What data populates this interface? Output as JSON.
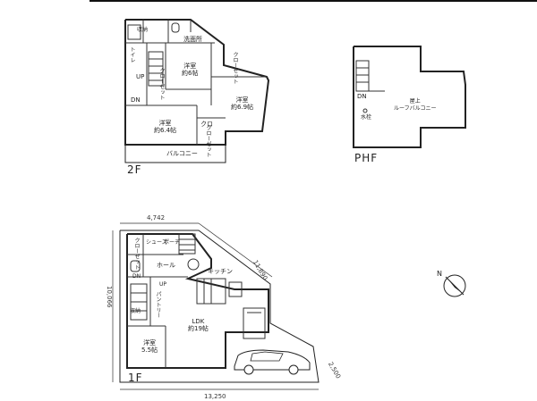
{
  "top_rule_color": "#111111",
  "floors": {
    "second": {
      "label": "2F",
      "rooms": {
        "bedroom_a": "洋室\n約6帖",
        "bedroom_b": "洋室\n約6.9帖",
        "bedroom_c": "洋室\n約6.4帖",
        "balcony": "バルコニー",
        "washroom": "洗面所",
        "closet_1": "クローゼット",
        "closet_2": "クローゼット",
        "closet_3": "クローゼット",
        "closet_4": "クロ",
        "up": "UP",
        "dn": "DN",
        "toilet": "トイレ",
        "storage": "収納"
      }
    },
    "penthouse": {
      "label": "PHF",
      "rooms": {
        "roof_balcony": "屋上\nルーフバルコニー",
        "dn": "DN",
        "water": "水栓"
      }
    },
    "first": {
      "label": "1F",
      "rooms": {
        "ldk": "LDK\n約19帖",
        "western": "洋室\n5.5帖",
        "kitchen": "キッチン",
        "hall": "ホール",
        "porch": "ポーチ",
        "shoes": "シューズ",
        "storage": "収納",
        "up": "UP",
        "dn": "DN",
        "pantry": "パントリー",
        "closet": "クローゼット"
      },
      "dimensions": {
        "top": "4,742",
        "diagonal": "11,890",
        "left": "10,066",
        "bottom": "13,250",
        "corner": "2,500"
      }
    }
  },
  "compass": {
    "label": "N"
  }
}
